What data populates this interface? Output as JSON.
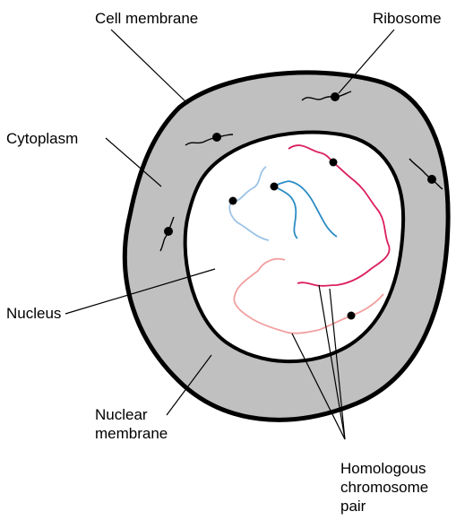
{
  "labels": {
    "cell_membrane": "Cell membrane",
    "ribosome": "Ribosome",
    "cytoplasm": "Cytoplasm",
    "nucleus": "Nucleus",
    "nuclear_membrane": [
      "Nuclear",
      "membrane"
    ],
    "homologous_pair": [
      "Homologous",
      "chromosome",
      "pair"
    ]
  },
  "colors": {
    "cytoplasm_fill": "#c0c0c0",
    "membrane_stroke": "#000000",
    "chromosome_blue_light": "#9cc3e6",
    "chromosome_blue_dark": "#2b8cc4",
    "chromosome_red_dark": "#dc1f5c",
    "chromosome_red_light": "#f2a0a0"
  }
}
